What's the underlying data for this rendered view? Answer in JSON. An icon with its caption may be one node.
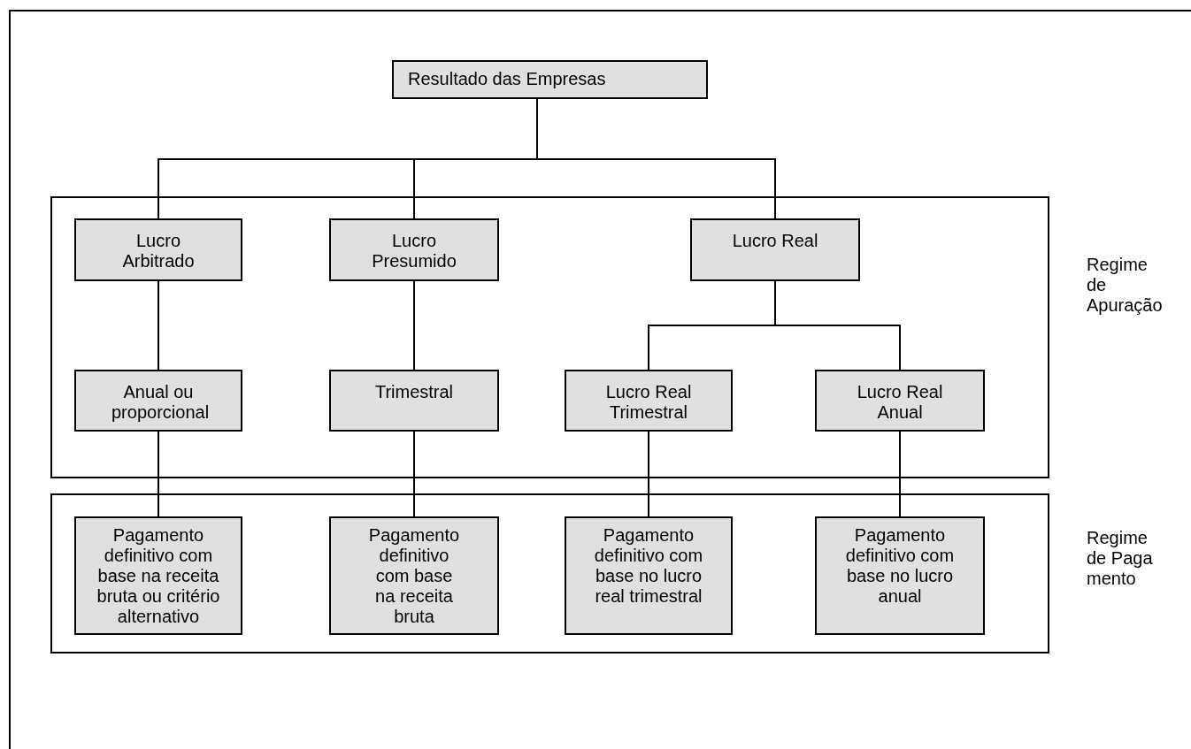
{
  "diagram": {
    "nodes": [
      {
        "text": [
          "Resultado das Empresas"
        ]
      },
      {
        "text": [],
        "shape": "box",
        "beside": [
          "Regime de Apuração"
        ]
      },
      {
        "text": [
          "Lucro Arbitrado"
        ],
        "in": 1
      },
      {
        "text": [
          "Lucro Presumido"
        ],
        "in": 1
      },
      {
        "text": [
          "Lucro Real"
        ],
        "in": 1
      },
      {
        "text": [
          "Anual ou proporcional"
        ],
        "in": 1
      },
      {
        "text": [
          "Trimestral"
        ],
        "in": 1
      },
      {
        "text": [
          "Lucro Real Trimestral"
        ],
        "in": 1
      },
      {
        "text": [
          "Lucro Real Anual"
        ],
        "in": 1
      },
      {
        "text": [],
        "shape": "box",
        "beside": [
          "Regime de Paga mento"
        ]
      },
      {
        "text": [
          "Pagamento definitivo com base na receita bruta ou critério alternativo"
        ],
        "in": 9
      },
      {
        "text": [
          "Pagamento definitivo com base na receita bruta"
        ],
        "in": 9
      },
      {
        "text": [
          "Pagamento definitivo com base no lucro real trimestral"
        ],
        "in": 9
      },
      {
        "text": [
          "Pagamento definitivo com base no lucro anual"
        ],
        "in": 9
      }
    ],
    "edges": [
      {
        "from": 0,
        "to": 2,
        "arrow": "none"
      },
      {
        "from": 0,
        "to": 3,
        "arrow": "none"
      },
      {
        "from": 0,
        "to": 4,
        "arrow": "none"
      },
      {
        "from": 2,
        "to": 5,
        "arrow": "none"
      },
      {
        "from": 3,
        "to": 6,
        "arrow": "none"
      },
      {
        "from": 4,
        "to": 7,
        "arrow": "none"
      },
      {
        "from": 4,
        "to": 8,
        "arrow": "none"
      },
      {
        "from": 5,
        "to": 10,
        "arrow": "none"
      },
      {
        "from": 6,
        "to": 11,
        "arrow": "none"
      },
      {
        "from": 7,
        "to": 12,
        "arrow": "none"
      },
      {
        "from": 8,
        "to": 13,
        "arrow": "none"
      }
    ]
  }
}
